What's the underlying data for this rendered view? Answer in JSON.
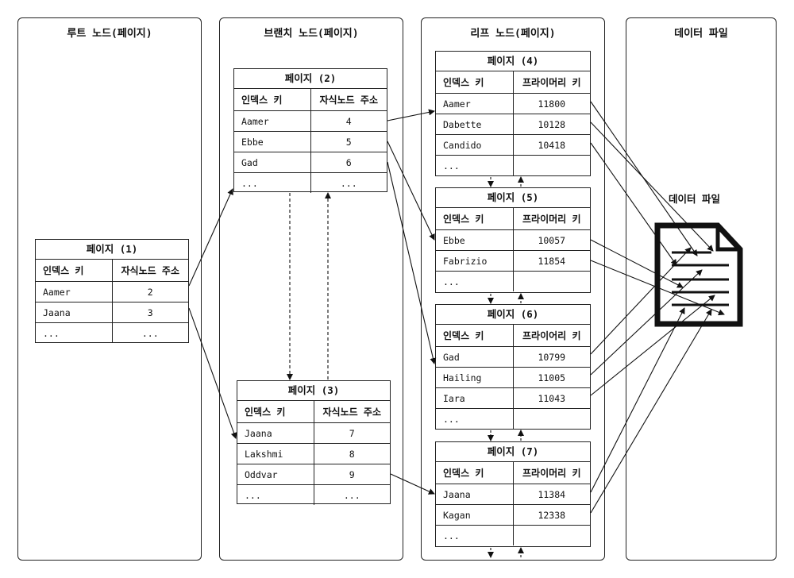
{
  "columns": {
    "root": "루트 노드(페이지)",
    "branch": "브랜치 노드(페이지)",
    "leaf": "리프 노드(페이지)",
    "datafile": "데이터 파일"
  },
  "datafile_label": "데이터 파일",
  "headers": {
    "index_key": "인덱스 키",
    "child_addr": "자식노드 주소",
    "primary_key": "프라이머리 키",
    "primary_key_alt": "프라이어리 키"
  },
  "pages": {
    "p1": {
      "title": "페이지 (1)",
      "rows": [
        [
          "Aamer",
          "2"
        ],
        [
          "Jaana",
          "3"
        ],
        [
          "...",
          "..."
        ]
      ]
    },
    "p2": {
      "title": "페이지 (2)",
      "rows": [
        [
          "Aamer",
          "4"
        ],
        [
          "Ebbe",
          "5"
        ],
        [
          "Gad",
          "6"
        ],
        [
          "...",
          "..."
        ]
      ]
    },
    "p3": {
      "title": "페이지 (3)",
      "rows": [
        [
          "Jaana",
          "7"
        ],
        [
          "Lakshmi",
          "8"
        ],
        [
          "Oddvar",
          "9"
        ],
        [
          "...",
          "..."
        ]
      ]
    },
    "p4": {
      "title": "페이지 (4)",
      "rows": [
        [
          "Aamer",
          "11800"
        ],
        [
          "Dabette",
          "10128"
        ],
        [
          "Candido",
          "10418"
        ],
        [
          "...",
          ""
        ]
      ]
    },
    "p5": {
      "title": "페이지 (5)",
      "rows": [
        [
          "Ebbe",
          "10057"
        ],
        [
          "Fabrizio",
          "11854"
        ],
        [
          "...",
          ""
        ]
      ]
    },
    "p6": {
      "title": "페이지 (6)",
      "rows": [
        [
          "Gad",
          "10799"
        ],
        [
          "Hailing",
          "11005"
        ],
        [
          "Iara",
          "11043"
        ],
        [
          "...",
          ""
        ]
      ]
    },
    "p7": {
      "title": "페이지 (7)",
      "rows": [
        [
          "Jaana",
          "11384"
        ],
        [
          "Kagan",
          "12338"
        ],
        [
          "...",
          ""
        ]
      ]
    }
  }
}
